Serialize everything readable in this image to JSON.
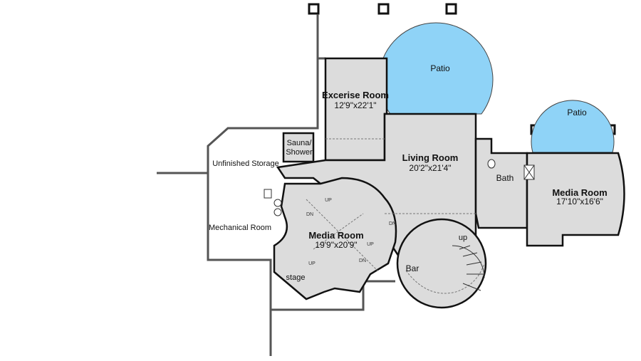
{
  "colors": {
    "floor": "#dcdcdc",
    "patio": "#8fd3f7",
    "wall": "#111111"
  },
  "rooms": {
    "patio_left": {
      "name": "Patio"
    },
    "patio_right": {
      "name": "Patio"
    },
    "exercise": {
      "name": "Excerise Room",
      "size": "12'9\"x22'1\""
    },
    "sauna": {
      "name_line1": "Sauna/",
      "name_line2": "Shower"
    },
    "storage": {
      "name": "Unfinished Storage"
    },
    "living": {
      "name": "Living Room",
      "size": "20'2\"x21'4\""
    },
    "bath": {
      "name": "Bath"
    },
    "media_right": {
      "name": "Media Room",
      "size": "17'10\"x16'6\""
    },
    "mechanical": {
      "name": "Mechanical Room"
    },
    "media_left": {
      "name": "Media Room",
      "size": "19'9\"x20'9\""
    },
    "stage": {
      "name": "stage"
    },
    "bar": {
      "name": "Bar"
    },
    "stairs": {
      "label": "up"
    }
  },
  "step_labels": [
    "UP",
    "DN",
    "UP",
    "DN",
    "UP",
    "DN"
  ]
}
